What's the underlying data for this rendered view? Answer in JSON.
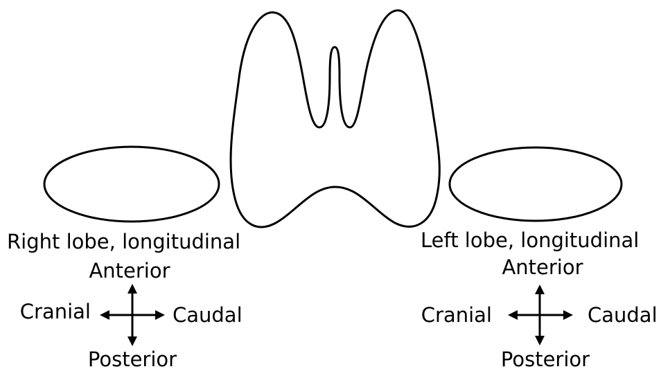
{
  "right_lobe": {
    "label": "Right lobe, longitudinal",
    "anterior": "Anterior",
    "posterior": "Posterior",
    "cranial": "Cranial",
    "caudal": "Caudal"
  },
  "left_lobe": {
    "label": "Left lobe, longitudinal",
    "anterior": "Anterior",
    "posterior": "Posterior",
    "cranial": "Cranial",
    "caudal": "Caudal"
  },
  "colors": {
    "stroke": "#000000",
    "background": "#ffffff"
  }
}
